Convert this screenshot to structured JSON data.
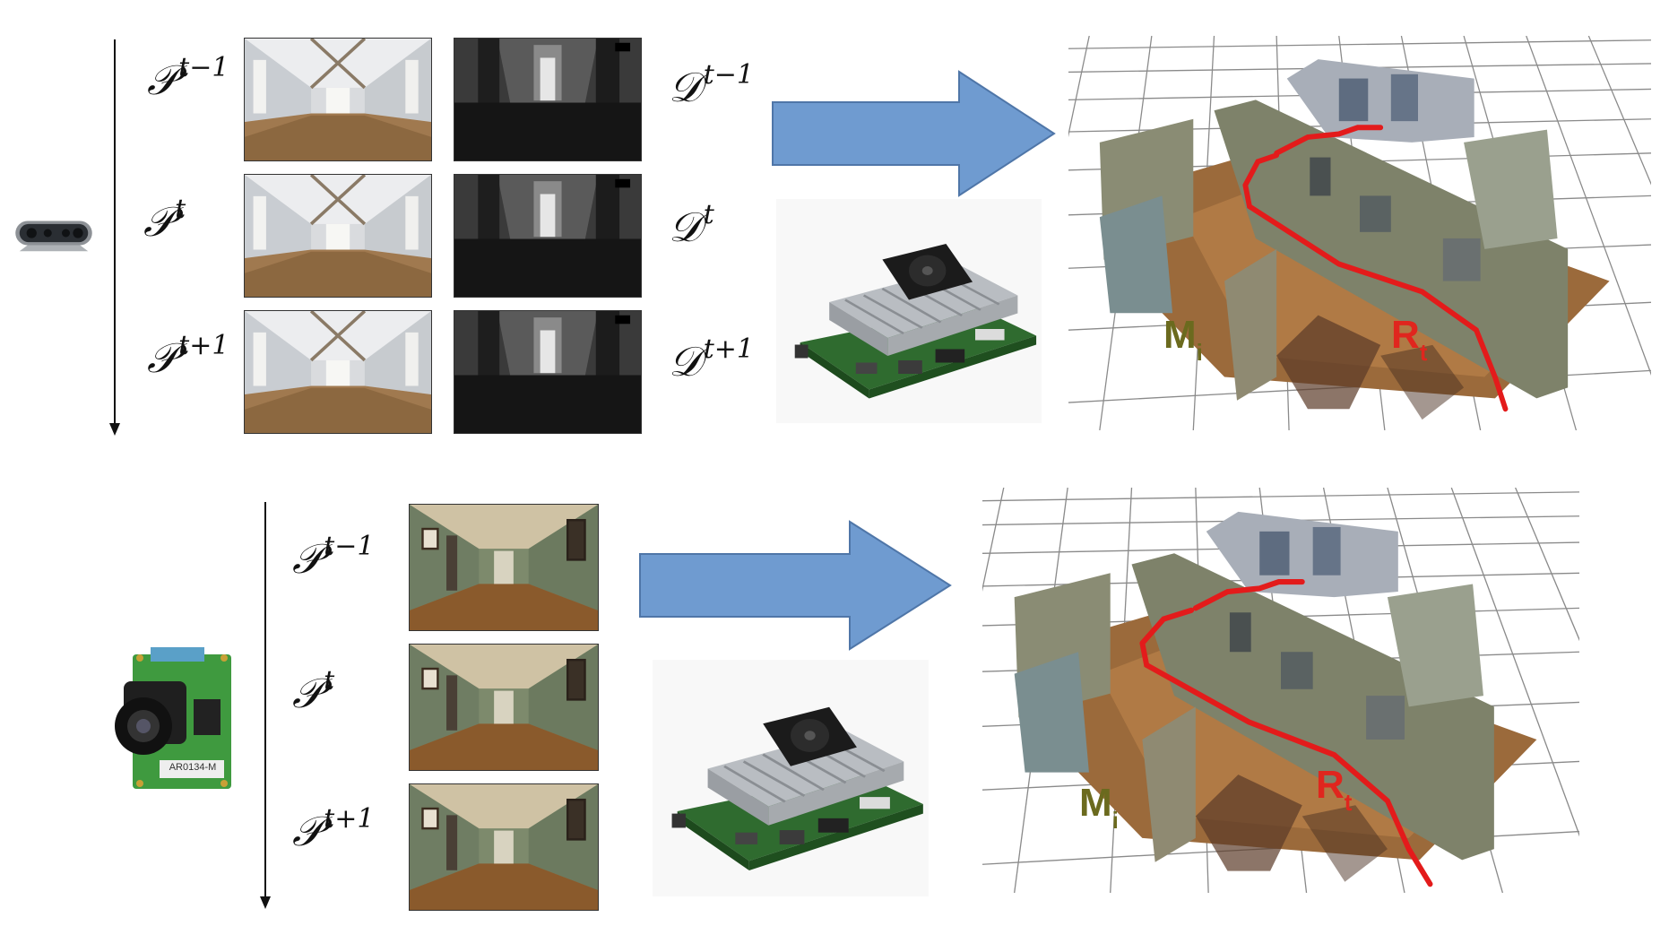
{
  "top_panel": {
    "pose_labels": [
      {
        "base": "𝒫",
        "sup": "t−1"
      },
      {
        "base": "𝒫",
        "sup": "t"
      },
      {
        "base": "𝒫",
        "sup": "t+1"
      }
    ],
    "depth_labels": [
      {
        "base": "𝒟",
        "sup": "t−1"
      },
      {
        "base": "𝒟",
        "sup": "t"
      },
      {
        "base": "𝒟",
        "sup": "t+1"
      }
    ],
    "map_label": {
      "base": "M",
      "sub": "i"
    },
    "route_label": {
      "base": "R",
      "sub": "t"
    }
  },
  "bottom_panel": {
    "pose_labels": [
      {
        "base": "𝒫",
        "sup": "t−1"
      },
      {
        "base": "𝒫",
        "sup": "t"
      },
      {
        "base": "𝒫",
        "sup": "t+1"
      }
    ],
    "camera_module_text": "AR0134-M",
    "map_label": {
      "base": "M",
      "sub": "i"
    },
    "route_label": {
      "base": "R",
      "sub": "t"
    }
  },
  "colors": {
    "arrow_fill": "#6f9bd0",
    "arrow_stroke": "#4f76a8",
    "map_label": "#6b6a1e",
    "route_label": "#e0261e",
    "trajectory": "#e31b1b"
  }
}
